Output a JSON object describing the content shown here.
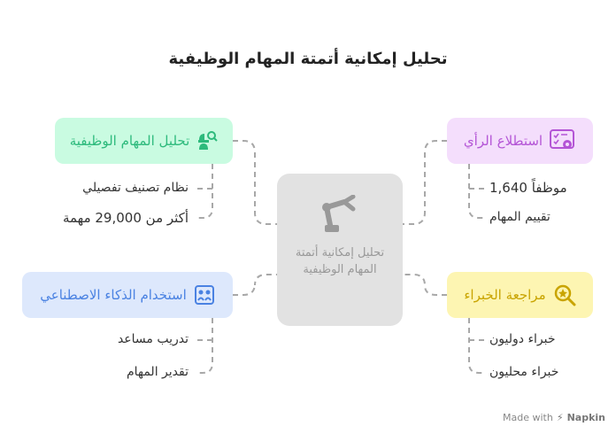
{
  "title": "تحليل إمكانية أتمتة المهام الوظيفية",
  "center": {
    "label": "تحليل إمكانية أتمتة المهام الوظيفية"
  },
  "branches": {
    "job_analysis": {
      "label": "تحليل المهام الوظيفية",
      "icon": "person-search-icon",
      "color": "#2dba7c",
      "bg": "#c9fbe1",
      "items": [
        "نظام تصنيف تفصيلي",
        "أكثر من 29,000 مهمة"
      ]
    },
    "survey": {
      "label": "استطلاع الرأي",
      "icon": "survey-gear-icon",
      "color": "#b455d6",
      "bg": "#f4defc",
      "items": [
        "موظفاً 1,640",
        "تقييم المهام"
      ]
    },
    "ai": {
      "label": "استخدام الذكاء الاصطناعي",
      "icon": "robot-people-icon",
      "color": "#4a82e2",
      "bg": "#dde8fc",
      "items": [
        "تدريب مساعد",
        "تقدير المهام"
      ]
    },
    "experts": {
      "label": "مراجعة الخبراء",
      "icon": "star-search-icon",
      "color": "#c9a400",
      "bg": "#fdf5b2",
      "items": [
        "خبراء دوليون",
        "خبراء محليون"
      ]
    }
  },
  "footer": {
    "made_with": "Made with",
    "brand": "Napkin"
  }
}
